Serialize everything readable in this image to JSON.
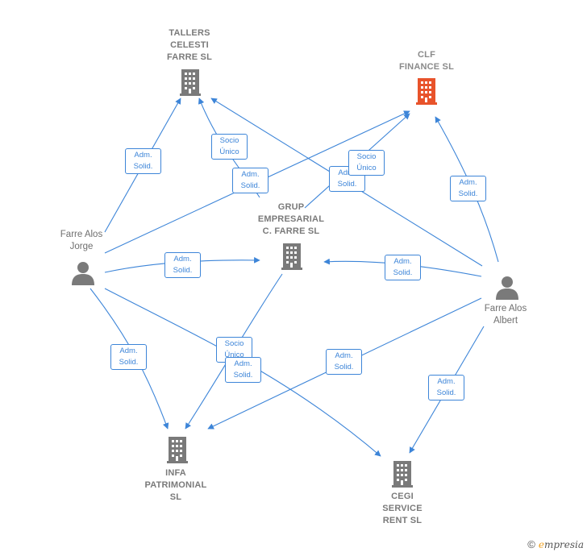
{
  "nodes": {
    "tallers": {
      "label": "TALLERS\nCELESTI\nFARRE SL",
      "type": "company"
    },
    "clf": {
      "label": "CLF\nFINANCE SL",
      "type": "company",
      "color": "#e8532b"
    },
    "grup": {
      "label": "GRUP\nEMPRESARIAL\nC. FARRE SL",
      "type": "company"
    },
    "infa": {
      "label": "INFA\nPATRIMONIAL\nSL",
      "type": "company"
    },
    "cegi": {
      "label": "CEGI\nSERVICE\nRENT SL",
      "type": "company"
    },
    "jorge": {
      "label": "Farre Alos\nJorge",
      "type": "person"
    },
    "albert": {
      "label": "Farre Alos\nAlbert",
      "type": "person"
    }
  },
  "edge_labels": {
    "jorge_tallers": "Adm.\nSolid.",
    "grup_tallers": "Socio\nÚnico",
    "jorge_clf": "Adm.\nSolid.",
    "albert_tallers": "Adm.\nSolid.",
    "grup_clf": "Socio\nÚnico",
    "albert_clf": "Adm.\nSolid.",
    "jorge_grup": "Adm.\nSolid.",
    "albert_grup": "Adm.\nSolid.",
    "jorge_infa": "Adm.\nSolid.",
    "grup_infa": "Socio\nÚnico",
    "jorge_cegi": "Adm.\nSolid.",
    "albert_infa": "Adm.\nSolid.",
    "albert_cegi": "Adm.\nSolid."
  },
  "colors": {
    "edge": "#3d85d8",
    "company": "#7a7a7a",
    "highlight": "#e8532b",
    "person": "#7a7a7a"
  },
  "footer": {
    "copyright": "©",
    "brand_initial": "e",
    "brand_rest": "mpresia"
  }
}
